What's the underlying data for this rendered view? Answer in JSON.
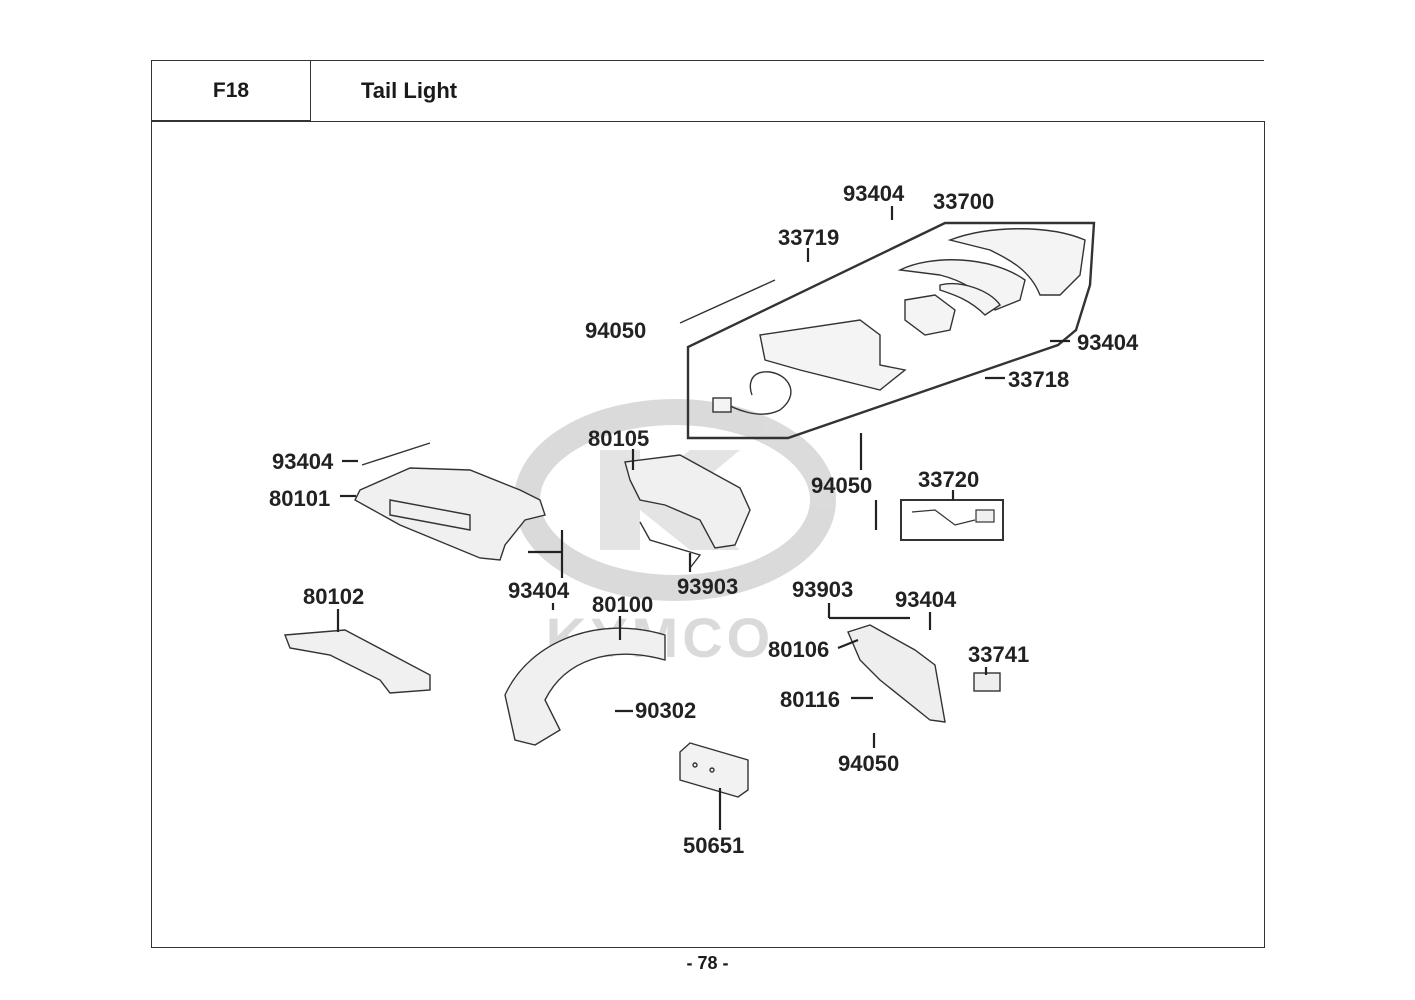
{
  "header": {
    "code": "F18",
    "title": "Tail Light"
  },
  "watermark": "KYMCO",
  "parts": [
    {
      "number": "93404"
    },
    {
      "number": "33700"
    },
    {
      "number": "33719"
    },
    {
      "number": "94050"
    },
    {
      "number": "93404"
    },
    {
      "number": "33718"
    },
    {
      "number": "93404"
    },
    {
      "number": "80101"
    },
    {
      "number": "80105"
    },
    {
      "number": "94050"
    },
    {
      "number": "33720"
    },
    {
      "number": "93404"
    },
    {
      "number": "93903"
    },
    {
      "number": "80102"
    },
    {
      "number": "80100"
    },
    {
      "number": "93903"
    },
    {
      "number": "93404"
    },
    {
      "number": "80106"
    },
    {
      "number": "33741"
    },
    {
      "number": "80116"
    },
    {
      "number": "90302"
    },
    {
      "number": "94050"
    },
    {
      "number": "50651"
    }
  ],
  "page_number": "- 78 -",
  "colors": {
    "line": "#333333",
    "part_fill": "#f2f2f2",
    "watermark": "#c8c8c8"
  }
}
